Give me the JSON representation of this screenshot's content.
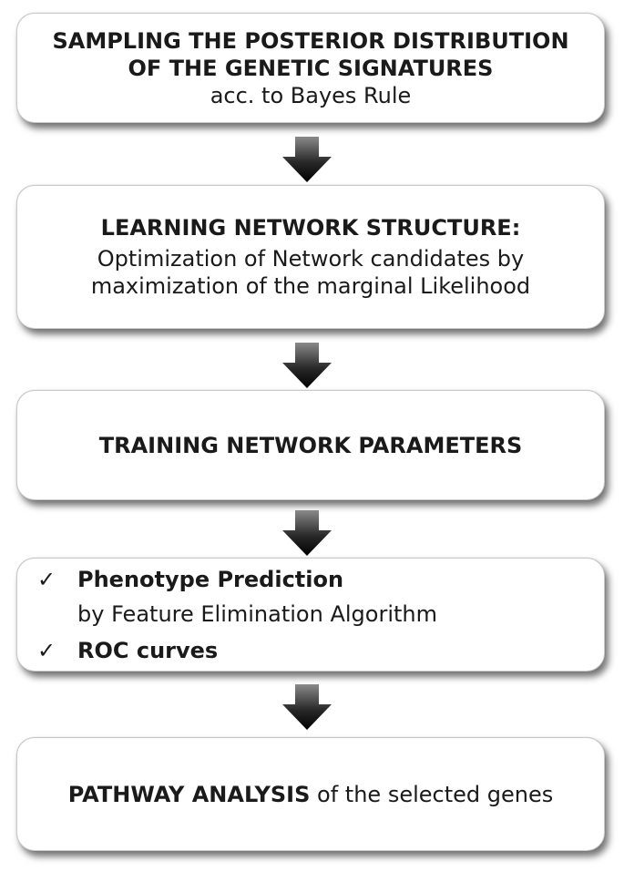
{
  "steps": [
    {
      "title_line1": "SAMPLING THE POSTERIOR DISTRIBUTION",
      "title_line2": "OF THE GENETIC SIGNATURES",
      "subtitle": "acc. to Bayes Rule"
    },
    {
      "title": "LEARNING NETWORK STRUCTURE:",
      "desc_line1": "Optimization of Network candidates by",
      "desc_line2": "maximization of the marginal Likelihood"
    },
    {
      "title": "TRAINING NETWORK PARAMETERS"
    },
    {
      "items": [
        {
          "check": "✓",
          "label": "Phenotype Prediction",
          "detail": "by Feature Elimination Algorithm"
        },
        {
          "check": "✓",
          "label": "ROC curves"
        }
      ]
    },
    {
      "bold": "PATHWAY ANALYSIS",
      "rest": " of the selected genes"
    }
  ],
  "colors": {
    "arrow_top": "#7a7a7a",
    "arrow_bottom": "#000000",
    "box_border": "#c9c9c9"
  },
  "icons": {
    "arrow": "down-arrow-icon",
    "check": "check-icon"
  }
}
